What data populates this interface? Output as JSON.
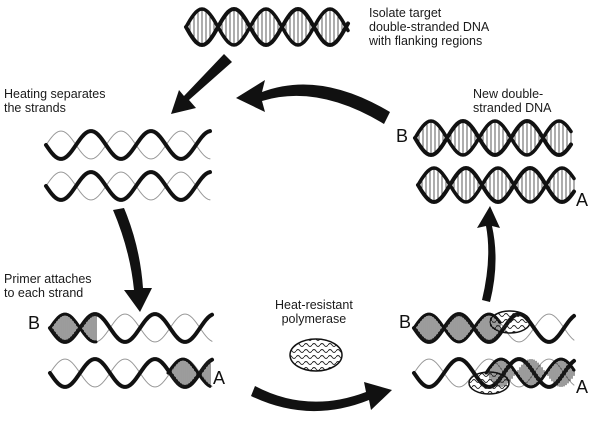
{
  "labels": {
    "isolate": "Isolate target\ndouble-stranded DNA\nwith flanking regions",
    "heating": "Heating separates\nthe strands",
    "primer": "Primer attaches\nto each strand",
    "polymerase": "Heat-resistant\npolymerase",
    "new_dna": "New double-\nstranded DNA"
  },
  "strand_markers": {
    "b": "B",
    "a": "A"
  },
  "colors": {
    "strand": "#111111",
    "helix_fill": "#ffffff",
    "arrow": "#111111"
  }
}
